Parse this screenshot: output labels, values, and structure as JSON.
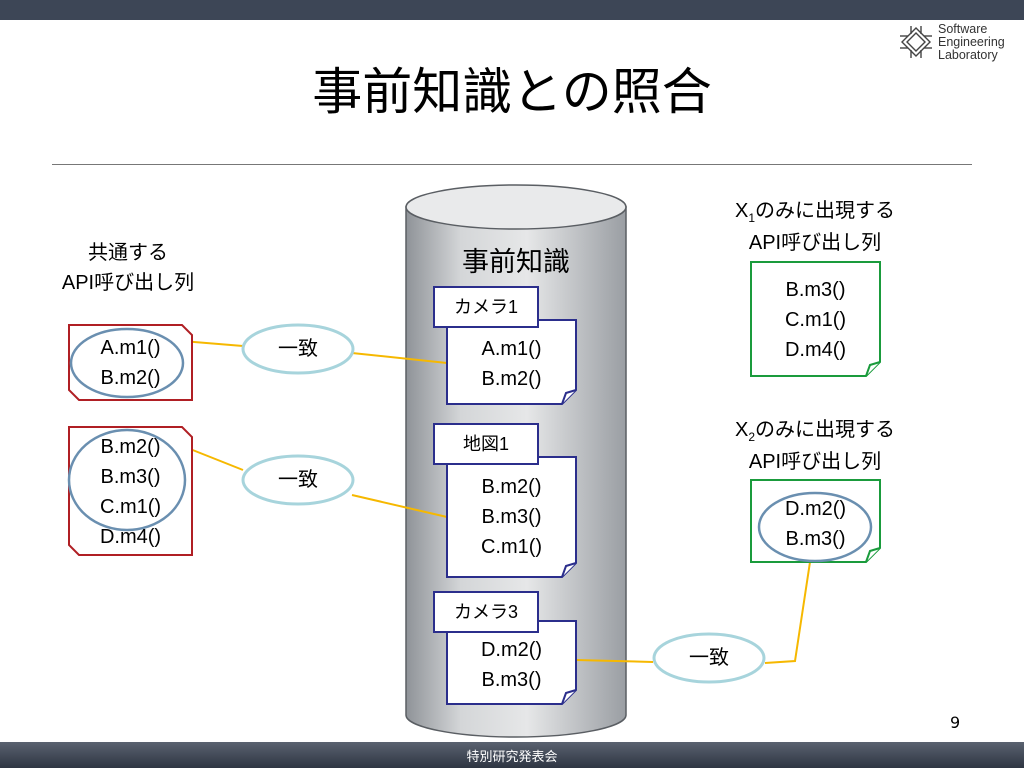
{
  "slide": {
    "title": "事前知識との照合",
    "page_number": "9",
    "footer": "特別研究発表会",
    "logo": {
      "line1": "Software",
      "line2": "Engineering",
      "line3": "Laboratory"
    }
  },
  "left": {
    "label_line1": "共通する",
    "label_line2": "API呼び出し列",
    "box1": [
      "A.m1()",
      "B.m2()"
    ],
    "box2": [
      "B.m2()",
      "B.m3()",
      "C.m1()",
      "D.m4()"
    ]
  },
  "db": {
    "title": "事前知識",
    "docs": [
      {
        "tag": "カメラ1",
        "lines": [
          "A.m1()",
          "B.m2()"
        ]
      },
      {
        "tag": "地図1",
        "lines": [
          "B.m2()",
          "B.m3()",
          "C.m1()"
        ]
      },
      {
        "tag": "カメラ3",
        "lines": [
          "D.m2()",
          "B.m3()"
        ]
      }
    ]
  },
  "match_label": "一致",
  "right": {
    "x1_prefix": "X",
    "x1_sub": "1",
    "x1_suffix": "のみに出現する",
    "x1_line2": "API呼び出し列",
    "box1": [
      "B.m3()",
      "C.m1()",
      "D.m4()"
    ],
    "x2_prefix": "X",
    "x2_sub": "2",
    "x2_suffix": "のみに出現する",
    "x2_line2": "API呼び出し列",
    "box2": [
      "D.m2()",
      "B.m3()"
    ]
  },
  "colors": {
    "header": "#3d4656",
    "red_box": "#b01f24",
    "navy": "#2b2e8c",
    "green": "#1a9b3c",
    "connector": "#f6b800",
    "ellipse": "#a7d4dc",
    "ellipse_blue": "#6a8fb0"
  },
  "icons": {
    "logo": "chip-icon"
  }
}
